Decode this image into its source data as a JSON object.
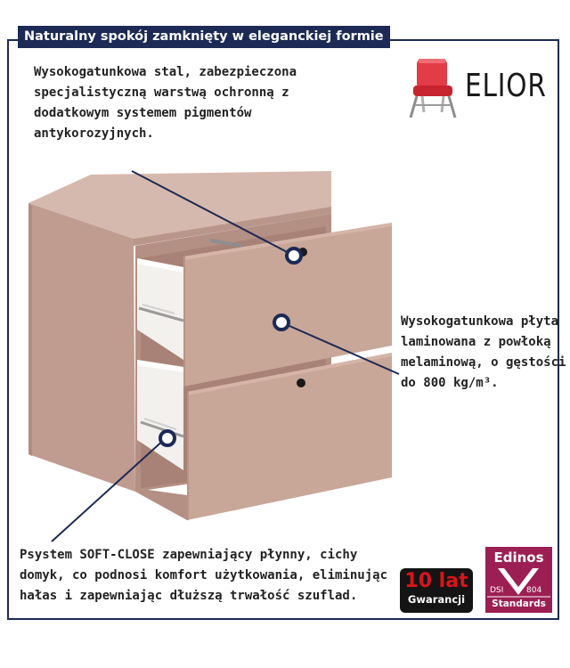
{
  "title": "Naturalny spokój zamknięty w eleganckiej formie",
  "brand": {
    "name": "ELIOR",
    "icon": "chair-icon"
  },
  "callouts": {
    "steel": "Wysokogatunkowa stal, zabezpieczona specjalistyczną warstwą ochronną z dodatkowym systemem pigmentów antykorozyjnych.",
    "board": "Wysokogatunkowa płyta laminowana z powłoką melaminową, o gęstości do 800 kg/m³.",
    "softclose": "Psystem SOFT-CLOSE zapewniający płynny, cichy domyk, co podnosi komfort użytkowania, eliminując hałas i zapewniając dłuższą trwałość szuflad."
  },
  "badges": {
    "warranty": {
      "number": "10 lat",
      "label": "Gwarancji"
    },
    "edinos": {
      "name": "Edinos",
      "dsi": "DSI",
      "code": "804",
      "label": "Standards"
    }
  },
  "colors": {
    "accent": "#1c2a55",
    "cabinet": "#c9a99d",
    "badge_red": "#d8141c",
    "edinos": "#9c1f53"
  }
}
